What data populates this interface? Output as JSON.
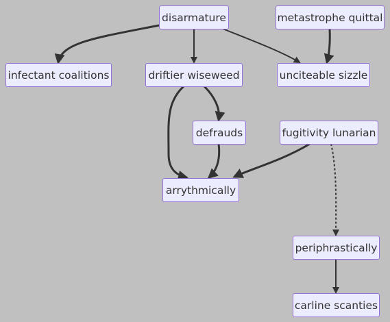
{
  "nodes": {
    "disarmature": "disarmature",
    "metastrophe_quittal": "metastrophe quittal",
    "infectant_coalitions": "infectant coalitions",
    "driftier_wiseweed": "driftier wiseweed",
    "unciteable_sizzle": "unciteable sizzle",
    "defrauds": "defrauds",
    "fugitivity_lunarian": "fugitivity lunarian",
    "arrythmically": "arrythmically",
    "periphrastically": "periphrastically",
    "carline_scanties": "carline scanties"
  },
  "edges": [
    {
      "from": "disarmature",
      "to": "infectant coalitions",
      "style": "thick"
    },
    {
      "from": "disarmature",
      "to": "driftier wiseweed",
      "style": "normal"
    },
    {
      "from": "disarmature",
      "to": "unciteable sizzle",
      "style": "normal"
    },
    {
      "from": "metastrophe quittal",
      "to": "unciteable sizzle",
      "style": "thick"
    },
    {
      "from": "driftier wiseweed",
      "to": "arrythmically",
      "style": "thick"
    },
    {
      "from": "driftier wiseweed",
      "to": "defrauds",
      "style": "thick"
    },
    {
      "from": "defrauds",
      "to": "arrythmically",
      "style": "thick"
    },
    {
      "from": "fugitivity lunarian",
      "to": "arrythmically",
      "style": "thick"
    },
    {
      "from": "fugitivity lunarian",
      "to": "periphrastically",
      "style": "dotted"
    },
    {
      "from": "periphrastically",
      "to": "carline scanties",
      "style": "normal"
    }
  ],
  "colors": {
    "background": "#c0c0c0",
    "node_fill": "#ececff",
    "node_border": "#9370db",
    "edge": "#333333",
    "text": "#333333"
  }
}
